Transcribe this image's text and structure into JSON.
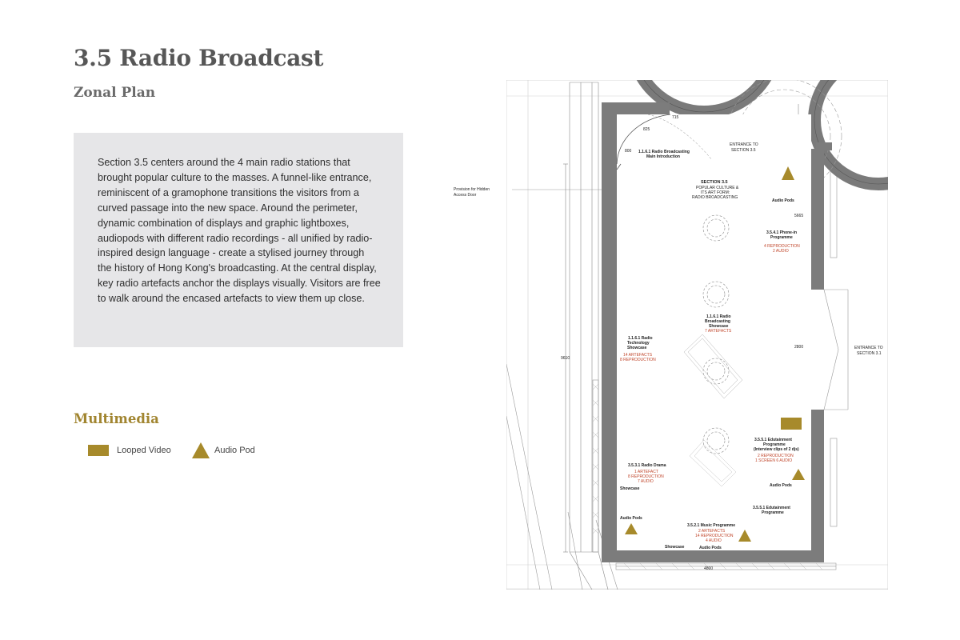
{
  "header": {
    "title": "3.5 Radio Broadcast",
    "subtitle": "Zonal Plan"
  },
  "description": "Section 3.5 centers around the 4 main radio stations that brought popular culture to the masses. A funnel-like entrance, reminiscent of a gramophone transitions the visitors from a curved passage into the new space. Around the perimeter, dynamic combination of displays and graphic lightboxes, audiopods with different radio recordings - all unified by radio-inspired design language - create a stylised journey through the history of Hong Kong's broadcasting. At the central display, key radio artefacts anchor the displays visually. Visitors are free to walk around the encased artefacts to view them up close.",
  "multimedia": {
    "title": "Multimedia",
    "legend": [
      {
        "label": "Looped Video",
        "icon": "looped-video-rectangle-icon",
        "color": "#a78a2b"
      },
      {
        "label": "Audio Pod",
        "icon": "audio-pod-triangle-icon",
        "color": "#a78a2b"
      }
    ]
  },
  "plan": {
    "dims": {
      "d715": "715",
      "d825": "825",
      "d800": "800",
      "d5665": "5665",
      "d2800": "2800",
      "d9610": "9610",
      "d4800": "4800"
    },
    "entrance_top": [
      "ENTRANCE TO",
      "SECTION 3.5"
    ],
    "entrance_right": [
      "ENTRANCE TO",
      "SECTION 3.1"
    ],
    "hidden_door": [
      "Provision for Hidden",
      "Access Door"
    ],
    "section_heading": "SECTION 3.5",
    "section_lines": [
      "POPULAR CULTURE &",
      "ITS ART FORM:",
      "RADIO BROADCASTING"
    ],
    "main_intro": [
      "1.1.6.1 Radio Broadcasting",
      "Main Introduction"
    ],
    "audio_pods": "Audio Pods",
    "showcase": "Showcase",
    "phone_in": {
      "title": [
        "3.5.4.1 Phone-in",
        "Programme"
      ],
      "detail": [
        "4 REPRODUCTION",
        "2 AUDIO"
      ]
    },
    "radio_showcase": {
      "title": [
        "1.1.6.1 Radio",
        "Broadcasting",
        "Showcase"
      ],
      "detail": [
        "7 ARTEFACTS"
      ]
    },
    "tech_showcase": {
      "title": [
        "1.1.6.1 Radio",
        "Technology",
        "Showcase"
      ],
      "detail": [
        "14 ARTEFACTS",
        "8 REPRODUCTION"
      ]
    },
    "edutain_clips": {
      "title": [
        "3.5.5.1 Edutainment",
        "Programme",
        "(Interview clips of 2 djs)"
      ],
      "detail": [
        "2 REPRODUCTION",
        "1 SCREEN 6 AUDIO"
      ]
    },
    "radio_drama": {
      "title": [
        "3.5.3.1 Radio Drama"
      ],
      "detail": [
        "1 ARTEFACT",
        "8 REPRODUCTION",
        "7 AUDIO"
      ]
    },
    "edutain": {
      "title": [
        "3.5.5.1 Edutainment",
        "Programme"
      ]
    },
    "music": {
      "title": [
        "3.5.2.1 Music Programme"
      ],
      "detail": [
        "2 ARTEFACTS",
        "14 REPRODUCTION",
        "4 AUDIO"
      ]
    }
  }
}
